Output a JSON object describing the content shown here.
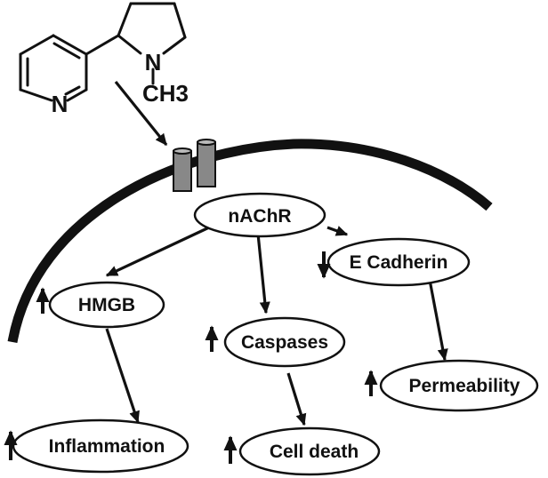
{
  "molecule": {
    "pyridine_atom": "N",
    "pyrrolidine_atom": "N",
    "methyl_group": "CH3"
  },
  "nodes": {
    "nachr": "nAChR",
    "e_cadherin": "E Cadherin",
    "hmgb": "HMGB",
    "caspases": "Caspases",
    "permeability": "Permeability",
    "inflammation": "Inflammation",
    "cell_death": "Cell death"
  },
  "regulation": {
    "e_cadherin": "down",
    "hmgb": "up",
    "caspases": "up",
    "permeability": "up",
    "inflammation": "up",
    "cell_death": "up"
  },
  "colors": {
    "stroke": "#111111",
    "channel_fill": "#888888",
    "background": "#ffffff"
  }
}
